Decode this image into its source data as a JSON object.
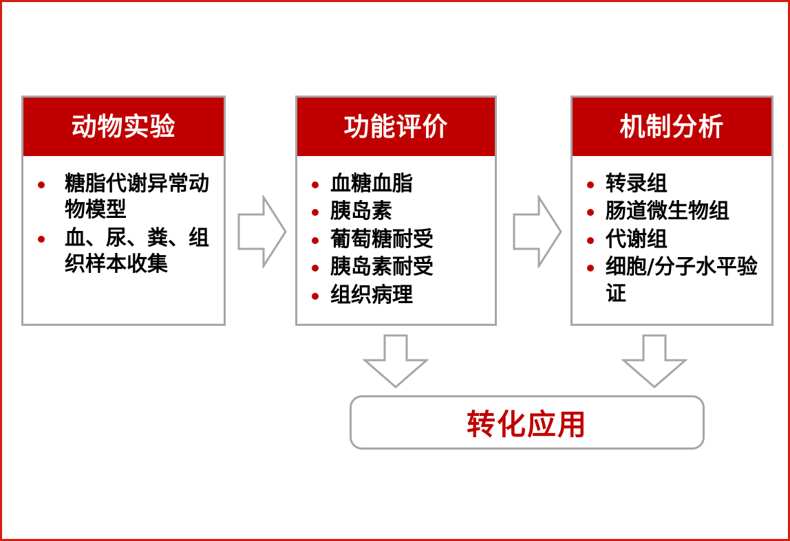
{
  "slide": {
    "frame_color": "#d41f10",
    "accent_red": "#c00000",
    "border_gray": "#a6a6a6",
    "background": "#ffffff"
  },
  "stages": [
    {
      "id": "animal-experiment",
      "title": "动物实验",
      "bullets": [
        {
          "text": "糖脂代谢异常动物模型",
          "indented": true
        },
        {
          "text": "血、尿、粪、组织样本收集",
          "indented": true
        }
      ]
    },
    {
      "id": "function-evaluation",
      "title": "功能评价",
      "bullets": [
        {
          "text": "血糖血脂",
          "indented": false
        },
        {
          "text": "胰岛素",
          "indented": false
        },
        {
          "text": "葡萄糖耐受",
          "indented": false
        },
        {
          "text": "胰岛素耐受",
          "indented": false
        },
        {
          "text": "组织病理",
          "indented": false
        }
      ]
    },
    {
      "id": "mechanism-analysis",
      "title": "机制分析",
      "bullets": [
        {
          "text": "转录组",
          "indented": false
        },
        {
          "text": "肠道微生物组",
          "indented": false
        },
        {
          "text": "代谢组",
          "indented": false
        },
        {
          "text": "细胞/分子水平验证",
          "indented": false
        }
      ]
    }
  ],
  "arrows": [
    {
      "id": "arrow-right-1",
      "direction": "right",
      "from": "animal-experiment",
      "to": "function-evaluation"
    },
    {
      "id": "arrow-right-2",
      "direction": "right",
      "from": "function-evaluation",
      "to": "mechanism-analysis"
    },
    {
      "id": "arrow-down-1",
      "direction": "down",
      "from": "function-evaluation",
      "to": "translational-application"
    },
    {
      "id": "arrow-down-2",
      "direction": "down",
      "from": "mechanism-analysis",
      "to": "translational-application"
    }
  ],
  "outcome": {
    "id": "translational-application",
    "label": "转化应用"
  }
}
